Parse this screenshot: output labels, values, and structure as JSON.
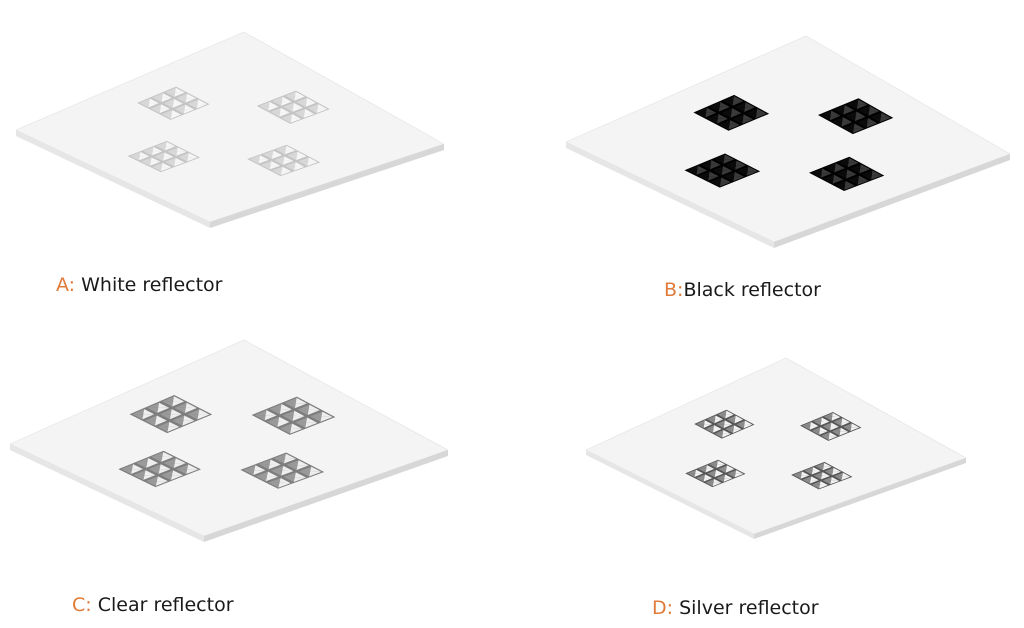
{
  "panels": [
    {
      "letter": "A:",
      "name": " White reflector",
      "finish": "white",
      "colors": {
        "cell": "#f6f6f6",
        "shade": "#d8d8d8",
        "edge": "#c4c4c4"
      }
    },
    {
      "letter": "B:",
      "name": "Black reflector",
      "finish": "black",
      "colors": {
        "cell": "#3a3a3a",
        "shade": "#0b0b0b",
        "edge": "#000000"
      }
    },
    {
      "letter": "C:",
      "name": " Clear reflector",
      "finish": "clear",
      "colors": {
        "cell": "#eeeeee",
        "shade": "#9a9a9a",
        "edge": "#7d7d7d"
      }
    },
    {
      "letter": "D:",
      "name": " Silver reflector",
      "finish": "silver",
      "colors": {
        "cell": "#f2f2f2",
        "shade": "#8c8c8c",
        "edge": "#555555"
      }
    }
  ],
  "colors": {
    "caption_letter": "#e07b3a",
    "caption_text": "#1a1a1a",
    "panel_top": "#f4f4f4",
    "panel_edge": "#d7d7d7"
  }
}
